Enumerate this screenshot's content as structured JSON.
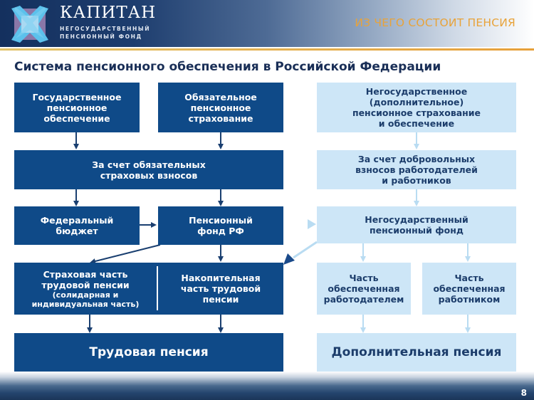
{
  "header": {
    "brand_name": "КАПИТАН",
    "brand_subtitle": "НЕГОСУДАРСТВЕННЫЙ ПЕНСИОННЫЙ ФОНД",
    "slide_heading": "ИЗ ЧЕГО СОСТОИТ ПЕНСИЯ",
    "logo_icon": "kapitan-cross-logo-icon"
  },
  "title": "Система пенсионного обеспечения в Российской Федерации",
  "colors": {
    "dark_box": "#0f4a88",
    "light_box": "#cde6f7",
    "heading_accent": "#e8a33a",
    "title_text": "#1a2f57"
  },
  "diagram": {
    "left": {
      "state_pension": "Государственное\nпенсионное\nобеспечение",
      "mandatory_insurance": "Обязательное\nпенсионное\nстрахование",
      "mandatory_contributions": "За счет обязательных\nстраховых взносов",
      "federal_budget": "Федеральный\nбюджет",
      "pension_fund": "Пенсионный\nфонд РФ",
      "insurance_part_title": "Страховая часть\nтрудовой пенсии",
      "insurance_part_note": "(солидарная и\nиндивидуальная часть)",
      "funded_part": "Накопительная\nчасть трудовой\nпенсии",
      "labor_pension": "Трудовая пенсия"
    },
    "right": {
      "non_state_insurance": "Негосударственное\n(дополнительное)\nпенсионное страхование\nи обеспечение",
      "voluntary_contributions": "За счет добровольных\nвзносов работодателей\nи работников",
      "non_state_fund": "Негосударственный\nпенсионный фонд",
      "employer_part": "Часть\nобеспеченная\nработодателем",
      "employee_part": "Часть\nобеспеченная\nработником",
      "additional_pension": "Дополнительная пенсия"
    }
  },
  "footer": {
    "page_number": "8"
  }
}
